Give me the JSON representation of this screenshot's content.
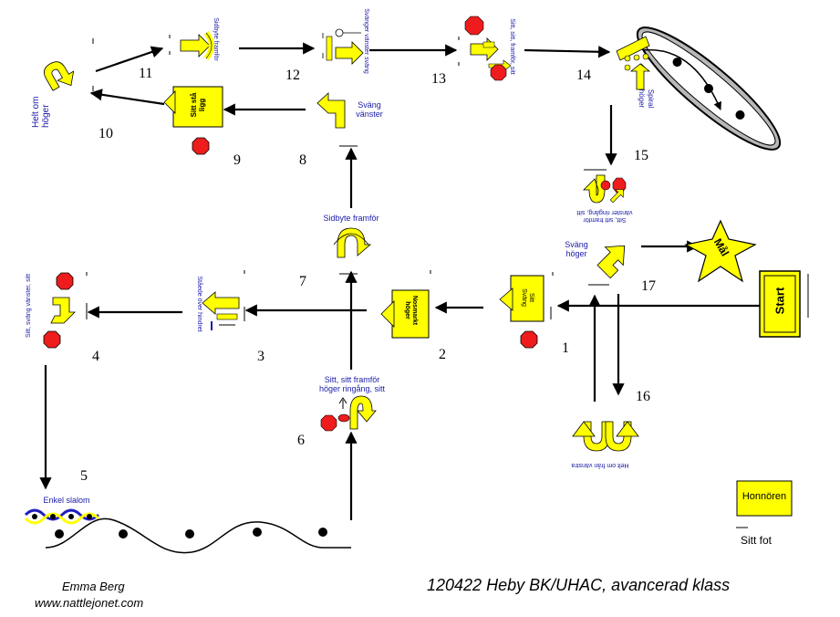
{
  "title": "120422 Heby BK/UHAC, avancerad klass",
  "author": "Emma Berg",
  "website": "www.nattlejonet.com",
  "start_label": "Start",
  "finish_label": "Mål",
  "honoren_label": "Honnören",
  "sitt_fot_label": "Sitt fot",
  "stations": {
    "s1": {
      "number": "1",
      "sign_text": "Sitt\nSväng"
    },
    "s2": {
      "number": "2",
      "sign_text": "Nosmarkt\nhöger"
    },
    "s3": {
      "number": "3",
      "text": "Ståede över hindret"
    },
    "s4": {
      "number": "4",
      "text": "Sitt, sväng vänster, sitt"
    },
    "s5": {
      "number": "5",
      "text": "Enkel slalom"
    },
    "s6": {
      "number": "6",
      "text": "Sitt, sitt framför\nhöger ringång, sitt"
    },
    "s7": {
      "number": "7",
      "text": "Sidbyte framför"
    },
    "s8": {
      "number": "8",
      "text": "Sväng\nvänster"
    },
    "s9": {
      "number": "9",
      "sign_text": "Sitt stå\nligg"
    },
    "s10": {
      "number": "10",
      "text": "Helt om\nhöger"
    },
    "s11": {
      "number": "11",
      "text": "Sidbyte framför"
    },
    "s12": {
      "number": "12",
      "text": "Svänger vänster sväng"
    },
    "s13": {
      "number": "13",
      "text": "Sitt, sitt, framför, sitt"
    },
    "s14": {
      "number": "14",
      "text": "Spiral\nhöger"
    },
    "s15": {
      "number": "15",
      "text": "Sitt, sitt framför\nvänster ringång, sitt"
    },
    "s16": {
      "number": "16",
      "text": "Helt om från vänstra"
    },
    "s17": {
      "number": "17",
      "text": "Sväng\nhöger"
    }
  },
  "colors": {
    "sign_yellow": "#ffff00",
    "stop_red": "#ee1c1c",
    "text_blue": "#1a1aa8",
    "arrow_black": "#000000",
    "spiral_gray": "#b8b8b8",
    "slalom_blue": "#2020c0"
  },
  "icons": [
    "u-turn-arrow-icon",
    "turn-arrow-icon",
    "stop-sign-icon",
    "star-icon",
    "slalom-icon",
    "spiral-oval-icon"
  ]
}
